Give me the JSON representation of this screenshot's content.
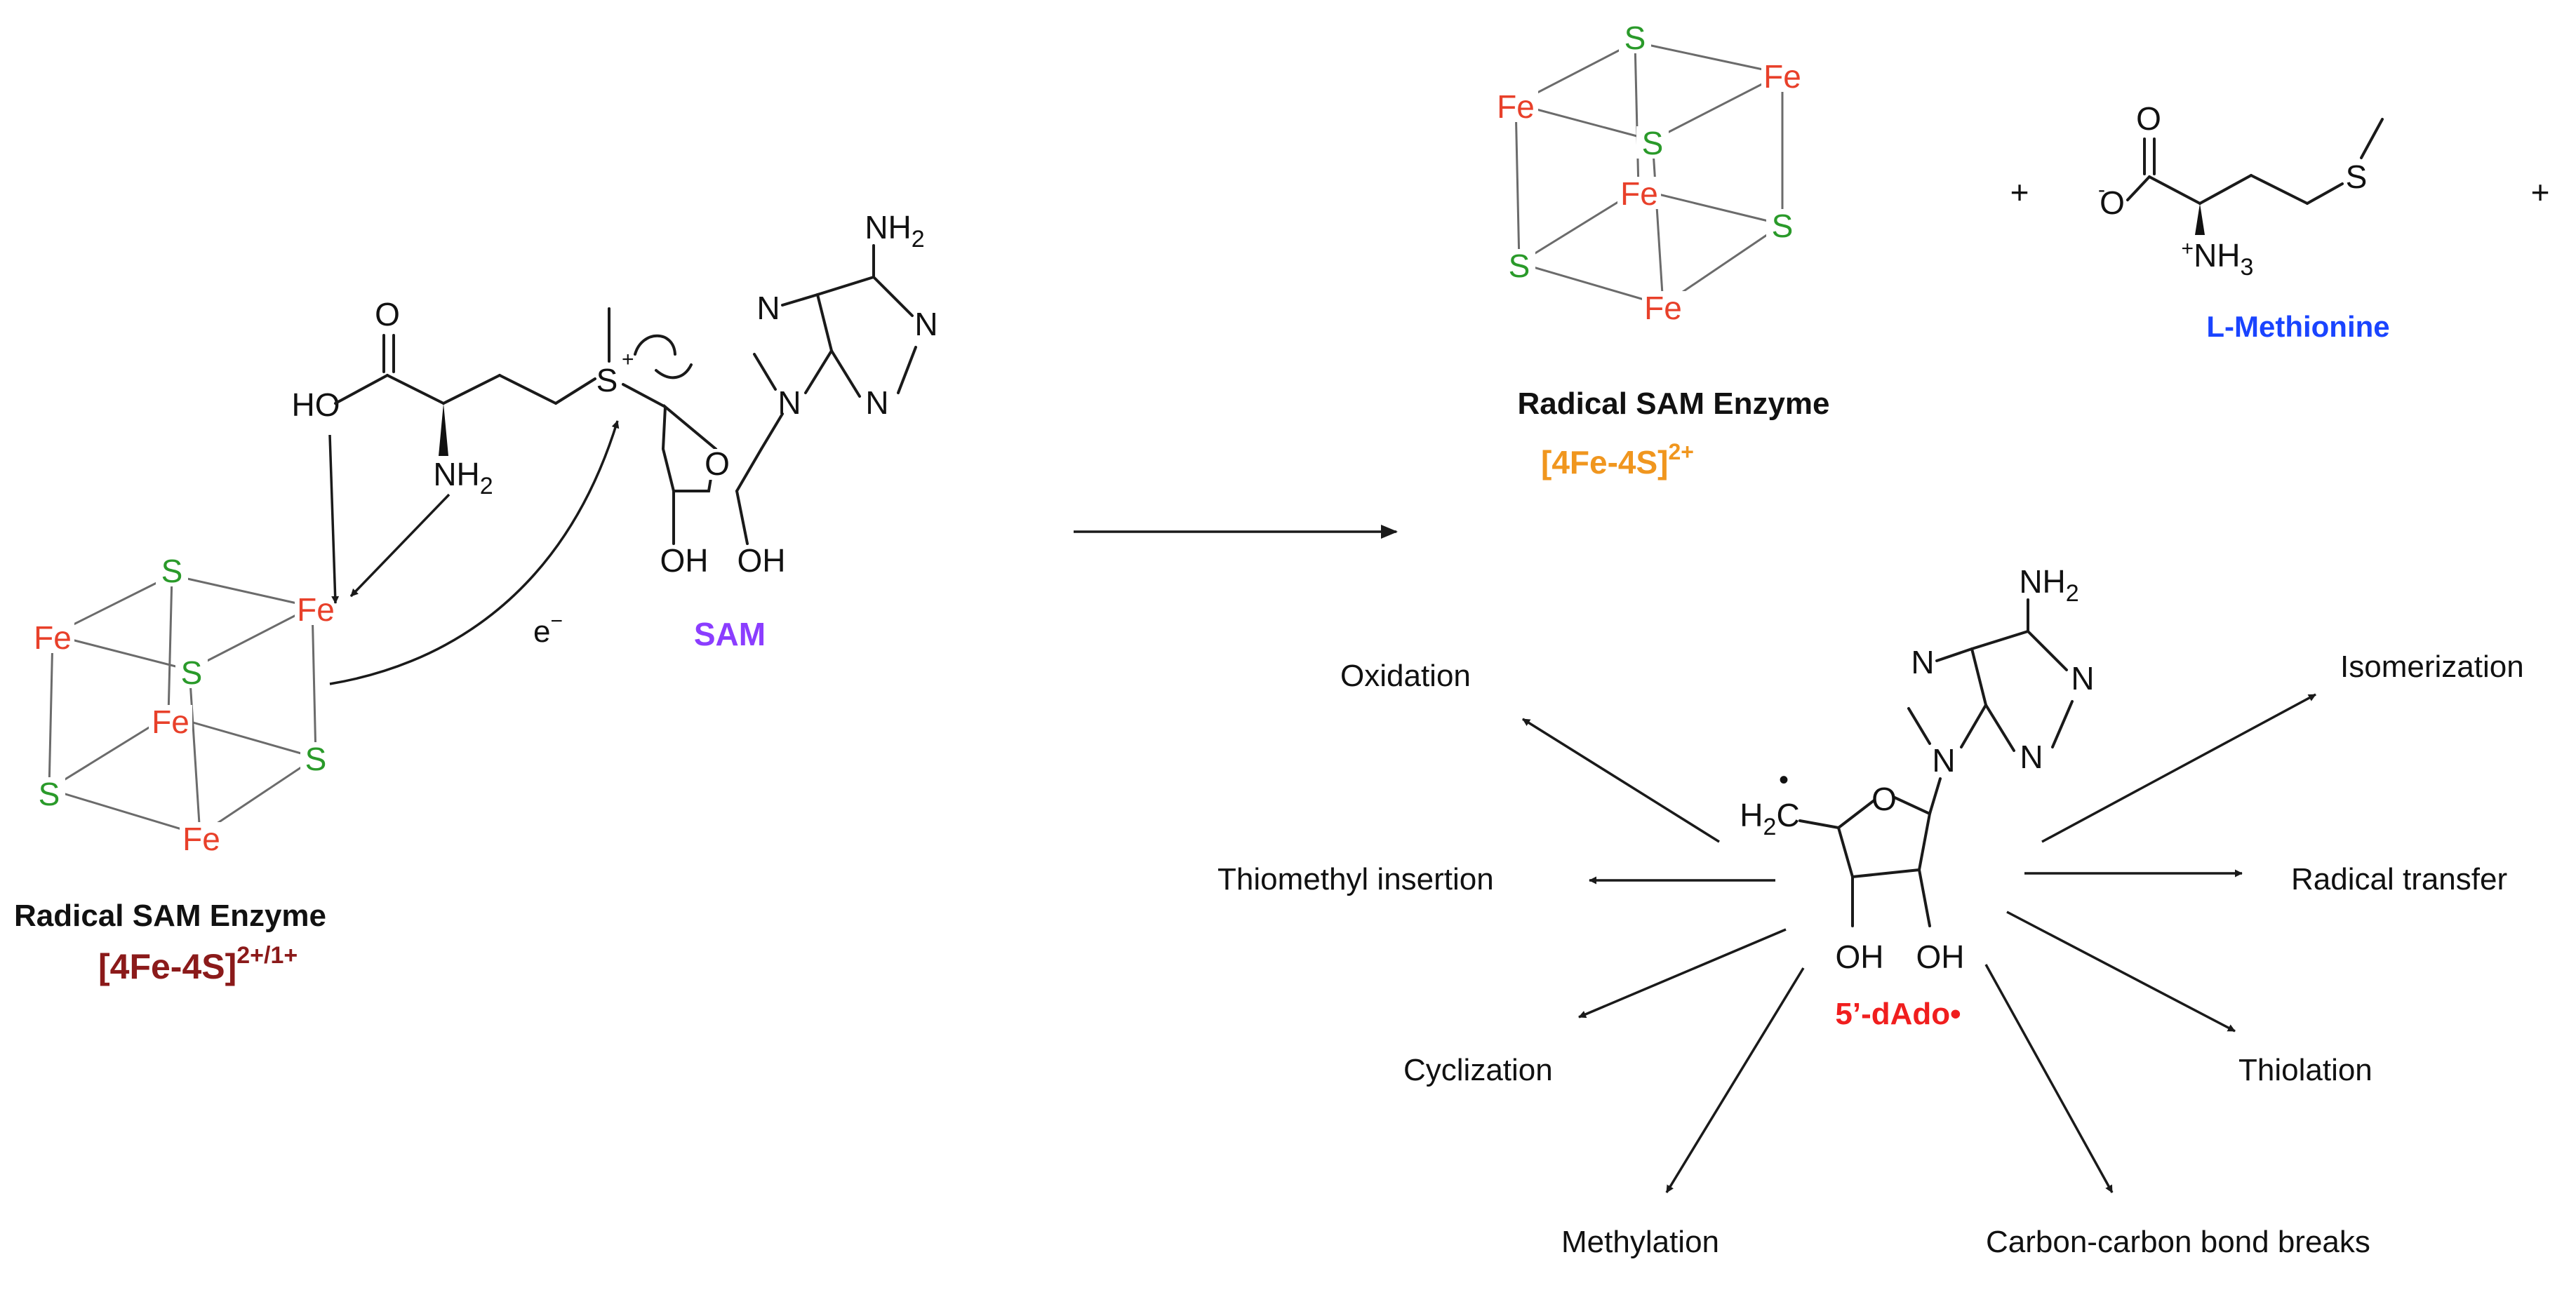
{
  "colors": {
    "iron": "#e8402a",
    "sulfur": "#2a9a2a",
    "black": "#111111",
    "sam": "#8b3dff",
    "methionine": "#1a44ff",
    "cluster_left": "#8b1a1a",
    "cluster_right": "#f0961e",
    "dado": "#f01e1e"
  },
  "left": {
    "enzyme_title": "Radical SAM Enzyme",
    "cluster_label": "[4Fe-4S]",
    "cluster_charge": "2+/1+",
    "sam_label": "SAM",
    "electron": "e",
    "electron_sup": "−"
  },
  "right_top": {
    "enzyme_title": "Radical SAM Enzyme",
    "cluster_label": "[4Fe-4S]",
    "cluster_charge": "2+",
    "plus": "+",
    "methionine_label": "L-Methionine"
  },
  "radical": {
    "label": "5’-dAdo•"
  },
  "reactions": {
    "oxidation": "Oxidation",
    "isomerization": "Isomerization",
    "thiomethyl": "Thiomethyl insertion",
    "radical_transfer": "Radical transfer",
    "cyclization": "Cyclization",
    "thiolation": "Thiolation",
    "methylation": "Methylation",
    "cc_breaks": "Carbon-carbon bond breaks"
  },
  "atoms": {
    "Fe": "Fe",
    "S": "S",
    "O": "O",
    "N": "N",
    "HO": "HO",
    "OH": "OH",
    "NH": "NH",
    "H": "H",
    "two": "2",
    "three": "3",
    "plus_charge": "+",
    "minus_charge": "-",
    "C": "C",
    "dot": "•"
  }
}
